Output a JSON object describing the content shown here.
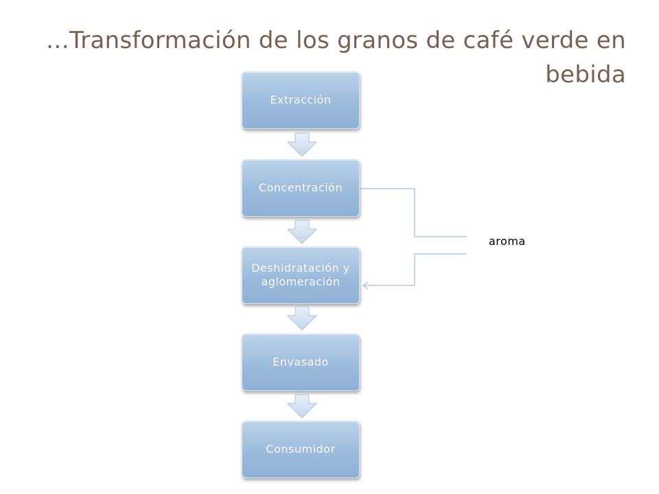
{
  "title": {
    "ellipsis": "…",
    "text": "Transformación de los granos de café verde en bebida"
  },
  "steps": [
    {
      "label": "Extracción"
    },
    {
      "label": "Concentración"
    },
    {
      "label": "Deshidratación y aglomeración"
    },
    {
      "label": "Envasado"
    },
    {
      "label": "Consumidor"
    }
  ],
  "side_label": "aroma",
  "colors": {
    "title": "#7a5e50",
    "box_fill": "#9cbbdc",
    "connector": "#9ebfdc"
  }
}
